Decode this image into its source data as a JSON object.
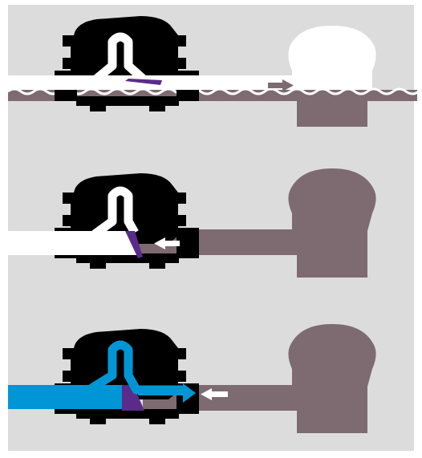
{
  "colors": {
    "page_background": "#ffffff",
    "panel_background": "#dcdcdc",
    "valve_body": "#000000",
    "flow_white": "#ffffff",
    "flow_gray": "#7d6b71",
    "seal_purple": "#5b2b8a",
    "flow_blue": "#0096d6"
  },
  "steps": [
    {
      "name": "step-1",
      "description_icon": "valve-open-white-flow",
      "arrow_direction": "right",
      "arrow_color": "#7d6b71"
    },
    {
      "name": "step-2",
      "description_icon": "valve-closing-backflow",
      "arrow_direction": "left",
      "arrow_color": "#ffffff"
    },
    {
      "name": "step-3",
      "description_icon": "valve-blue-flow-counterflow",
      "arrow_direction": "both",
      "arrow_color": "#ffffff"
    }
  ]
}
